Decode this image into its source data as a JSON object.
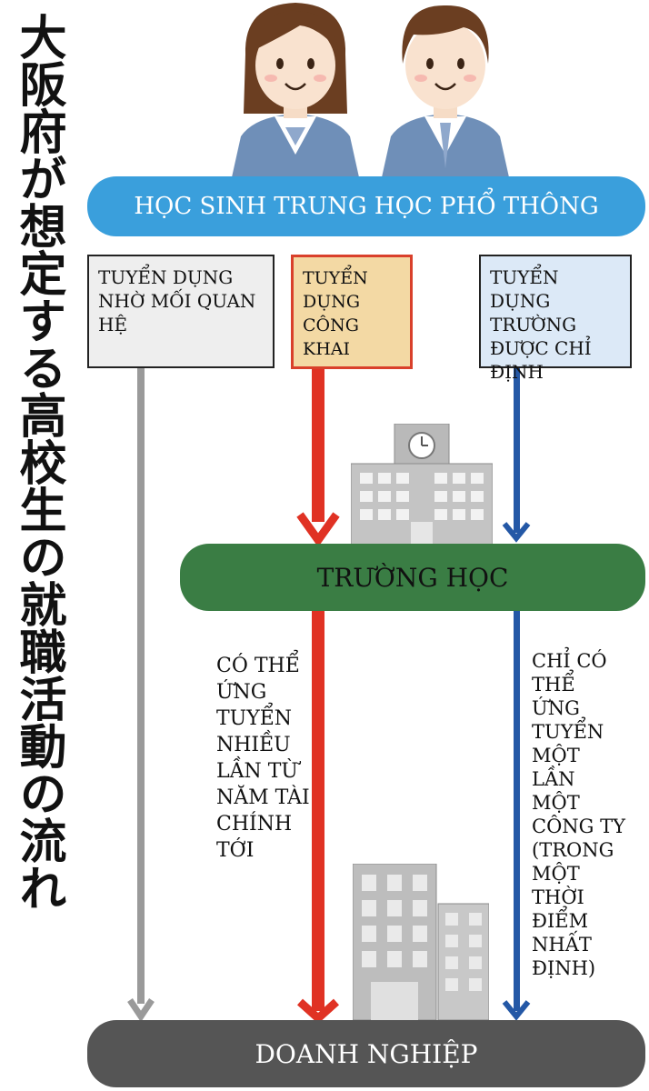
{
  "title": "大阪府が想定する高校生の就職活動の流れ",
  "top_label": "HỌC SINH TRUNG HỌC PHỔ THÔNG",
  "boxes": {
    "left": "TUYỂN DỤNG NHỜ MỐI QUAN HỆ",
    "middle": "TUYỂN DỤNG CÔNG KHAI",
    "right": "TUYỂN DỤNG TRƯỜNG ĐƯỢC CHỈ ĐỊNH"
  },
  "school_label": "TRƯỜNG HỌC",
  "bottom_label": "DOANH NGHIỆP",
  "notes": {
    "left": "CÓ THỂ ỨNG TUYỂN NHIỀU LẦN TỪ NĂM TÀI CHÍNH TỚI",
    "right": "CHỈ CÓ THỂ ỨNG TUYỂN MỘT LẦN MỘT CÔNG TY (TRONG MỘT THỜI ĐIỂM NHẤT ĐỊNH)"
  },
  "colors": {
    "top_bar": "#3a9fdc",
    "school_bar": "#3a7d44",
    "bottom_bar": "#555555",
    "gray_arrow": "#9a9a9a",
    "red_arrow": "#e03224",
    "blue_arrow": "#2458a6",
    "left_box_fill": "#eeeeee",
    "middle_box_fill": "#f3d9a4",
    "middle_box_border": "#d9402b",
    "right_box_fill": "#dce9f7"
  },
  "icons": [
    "student-girl-icon",
    "student-boy-icon",
    "school-building-icon",
    "company-building-icon"
  ]
}
